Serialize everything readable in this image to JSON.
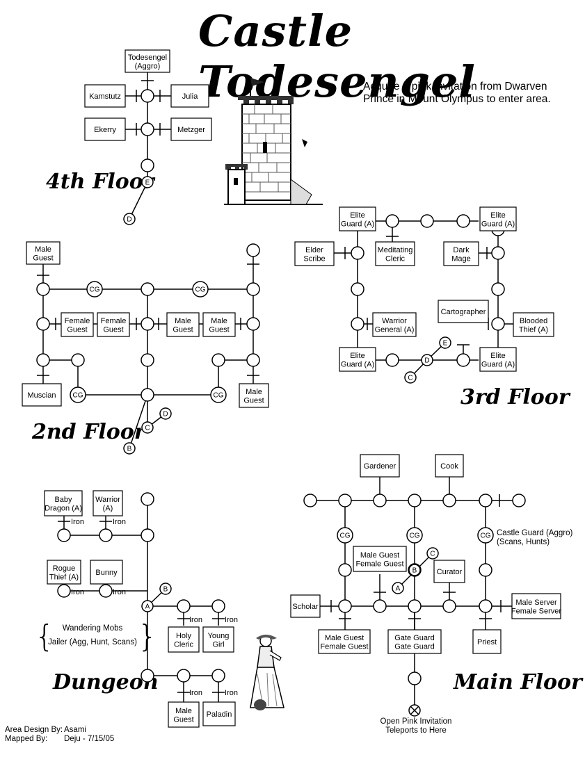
{
  "title": "Castle Todesengel",
  "note": "Acquire a pink invitation from Dwarven Prince in Mount Olympus to enter area.",
  "floors": {
    "fourth": "4th Floor",
    "second": "2nd Floor",
    "third": "3rd Floor",
    "dungeon": "Dungeon",
    "main": "Main Floor"
  },
  "rooms": {
    "f4_todesengel": [
      "Todesengel",
      "(Aggro)"
    ],
    "f4_kamstutz": [
      "Kamstutz"
    ],
    "f4_julia": [
      "Julia"
    ],
    "f4_ekerry": [
      "Ekerry"
    ],
    "f4_metzger": [
      "Metzger"
    ],
    "f2_male_guest_top": [
      "Male",
      "Guest"
    ],
    "f2_female_guest_a": [
      "Female",
      "Guest"
    ],
    "f2_female_guest_b": [
      "Female",
      "Guest"
    ],
    "f2_male_guest_a": [
      "Male",
      "Guest"
    ],
    "f2_male_guest_b": [
      "Male",
      "Guest"
    ],
    "f2_muscian": [
      "Muscian"
    ],
    "f2_male_guest_bottom": [
      "Male",
      "Guest"
    ],
    "f3_elite_guard_tl": [
      "Elite",
      "Guard (A)"
    ],
    "f3_elite_guard_tr": [
      "Elite",
      "Guard (A)"
    ],
    "f3_elder_scribe": [
      "Elder",
      "Scribe"
    ],
    "f3_meditating_cleric": [
      "Meditating",
      "Cleric"
    ],
    "f3_dark_mage": [
      "Dark",
      "Mage"
    ],
    "f3_cartographer": [
      "Cartographer"
    ],
    "f3_warrior_general": [
      "Warrior",
      "General (A)"
    ],
    "f3_blooded_thief": [
      "Blooded",
      "Thief (A)"
    ],
    "f3_elite_guard_bl": [
      "Elite",
      "Guard (A)"
    ],
    "f3_elite_guard_br": [
      "Elite",
      "Guard (A)"
    ],
    "d_baby_dragon": [
      "Baby",
      "Dragon (A)"
    ],
    "d_warrior": [
      "Warrior",
      "(A)"
    ],
    "d_rogue_thief": [
      "Rogue",
      "Thief (A)"
    ],
    "d_bunny": [
      "Bunny"
    ],
    "d_holy_cleric": [
      "Holy",
      "Cleric"
    ],
    "d_young_girl": [
      "Young",
      "Girl"
    ],
    "d_male_guest": [
      "Male",
      "Guest"
    ],
    "d_paladin": [
      "Paladin"
    ],
    "m_gardener": [
      "Gardener"
    ],
    "m_cook": [
      "Cook"
    ],
    "m_male_female_guest_top": [
      "Male Guest",
      "Female Guest"
    ],
    "m_curator": [
      "Curator"
    ],
    "m_scholar": [
      "Scholar"
    ],
    "m_male_female_server": [
      "Male Server",
      "Female Server"
    ],
    "m_male_female_guest_bottom": [
      "Male Guest",
      "Female Guest"
    ],
    "m_gate_guard": [
      "Gate Guard",
      "Gate Guard"
    ],
    "m_priest": [
      "Priest"
    ]
  },
  "markers": {
    "cg": "CG",
    "a": "A",
    "b": "B",
    "c": "C",
    "d": "D",
    "e": "E"
  },
  "door_label": "Iron",
  "wandering": {
    "title": "Wandering Mobs",
    "mobs": "Jailer (Agg, Hunt, Scans)"
  },
  "castle_guard_note": [
    "Castle Guard (Aggro)",
    "(Scans, Hunts)"
  ],
  "invite_note": [
    "Open Pink Invitation",
    "Teleports to Here"
  ],
  "credits": {
    "design_label": "Area Design By:",
    "design_value": "Asami",
    "mapped_label": "Mapped By:",
    "mapped_value": "Deju - 7/15/05"
  }
}
